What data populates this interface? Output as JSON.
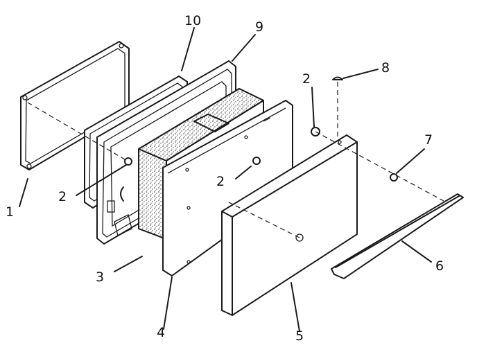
{
  "callouts": [
    {
      "id": "c1",
      "label": "1"
    },
    {
      "id": "c2a",
      "label": "2"
    },
    {
      "id": "c2b",
      "label": "2"
    },
    {
      "id": "c2c",
      "label": "2"
    },
    {
      "id": "c3",
      "label": "3"
    },
    {
      "id": "c4",
      "label": "4"
    },
    {
      "id": "c5",
      "label": "5"
    },
    {
      "id": "c6",
      "label": "6"
    },
    {
      "id": "c7",
      "label": "7"
    },
    {
      "id": "c8",
      "label": "8"
    },
    {
      "id": "c9",
      "label": "9"
    },
    {
      "id": "c10",
      "label": "10"
    }
  ]
}
